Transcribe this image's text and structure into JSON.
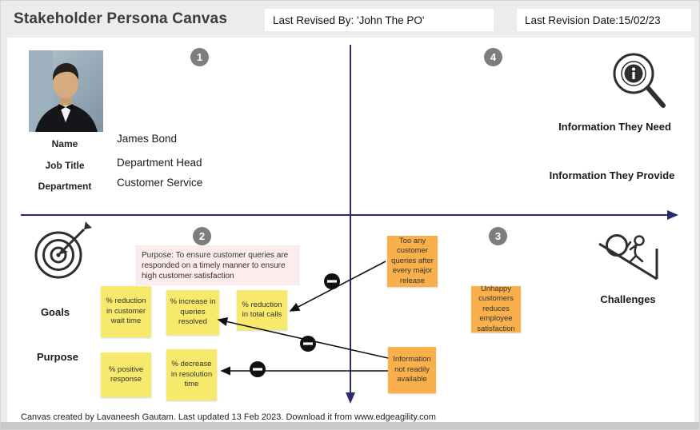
{
  "header": {
    "title": "Stakeholder Persona Canvas",
    "last_revised_by": "Last Revised By: 'John The PO'",
    "last_revision_date": "Last Revision Date:15/02/23"
  },
  "persona": {
    "number": "1",
    "fields": [
      {
        "label": "Name",
        "value": "James Bond"
      },
      {
        "label": "Job Title",
        "value": "Department Head"
      },
      {
        "label": "Department",
        "value": "Customer Service"
      }
    ]
  },
  "information": {
    "number": "4",
    "need_label": "Information They Need",
    "provide_label": "Information They Provide"
  },
  "goals": {
    "number": "2",
    "goals_label": "Goals",
    "purpose_label": "Purpose",
    "purpose_note": "Purpose: To ensure customer queries are responded on a timely manner to ensure high customer satisfaction",
    "notes": [
      "% reduction in customer wait time",
      "% increase in queries resolved",
      "% reduction in total calls",
      "% positive response",
      "% decrease in resolution time"
    ]
  },
  "challenges": {
    "number": "3",
    "label": "Challenges",
    "notes": [
      "Too any customer queries after every major release",
      "Unhappy customers reduces employee satisfaction",
      "Information not readily available"
    ]
  },
  "footer": {
    "credit": "Canvas created by Lavaneesh Gautam. Last updated 13 Feb 2023. Download it from www.edgeagility.com"
  },
  "colors": {
    "yellow_note": "#f6e96b",
    "orange_note": "#f9b04a",
    "pink_note": "#fdecee",
    "axis": "#2b2b6b",
    "badge": "#7d7d7d"
  }
}
